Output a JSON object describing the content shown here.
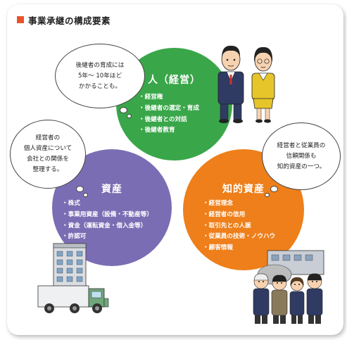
{
  "title": "事業承継の構成要素",
  "colors": {
    "accent": "#e8542a",
    "people": "#3aa64a",
    "assets": "#7b6db3",
    "ip": "#ee7f1a"
  },
  "circles": {
    "people": {
      "heading": "人（経営）",
      "items": [
        "経営権",
        "後継者の選定・育成",
        "後継者との対話",
        "後継者教育"
      ]
    },
    "assets": {
      "heading": "資産",
      "items": [
        "株式",
        "事業用資産（設備・不動産等）",
        "資金（運転資金・借入金等）",
        "許認可"
      ]
    },
    "ip": {
      "heading": "知的資産",
      "items": [
        "経営理念",
        "経営者の信用",
        "取引先との人脈",
        "従業員の技術・ノウハウ",
        "顧客情報"
      ]
    }
  },
  "bubbles": {
    "successor": [
      "後継者の育成には",
      "5年～ 10年ほど",
      "かかることも。"
    ],
    "assets": [
      "経営者の",
      "個人資産について",
      "会社との関係を",
      "整理する。"
    ],
    "ip": [
      "経営者と従業員の",
      "信頼関係も",
      "知的資産の一つ。"
    ]
  },
  "icons": {
    "people_art": "businessman-and-businesswoman-icon",
    "assets_art": "office-building-and-truck-icon",
    "ip_art": "factory-and-workers-icon"
  }
}
